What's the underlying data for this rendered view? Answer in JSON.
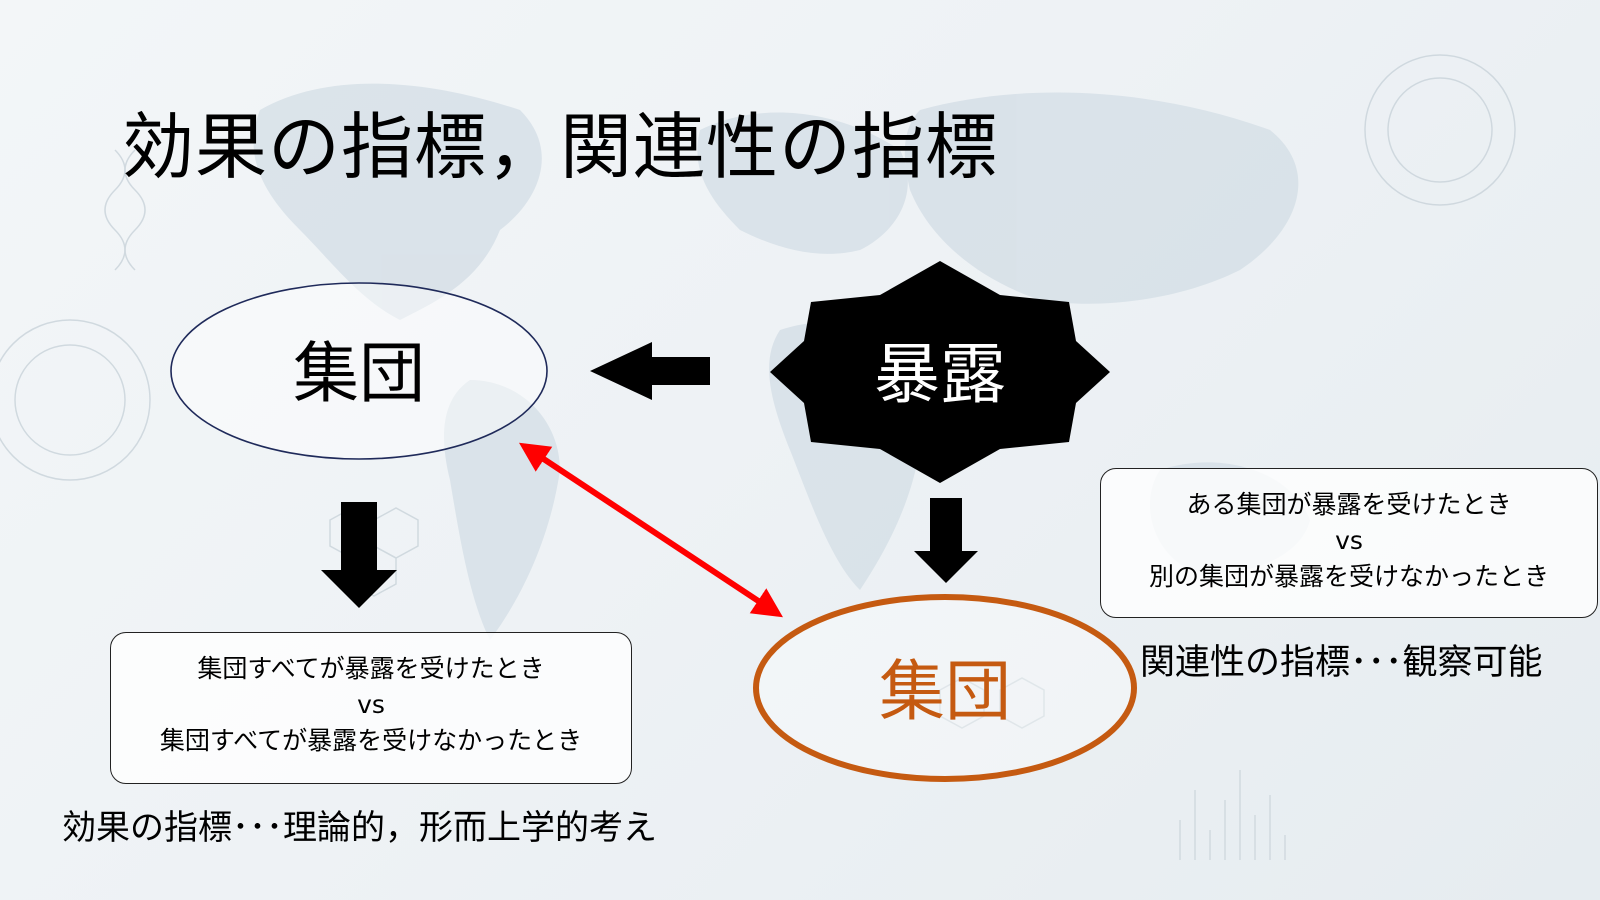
{
  "slide": {
    "title": "効果の指標，関連性の指標"
  },
  "diagram": {
    "node_group_top": "集団",
    "node_exposure": "暴露",
    "node_group_bottom": "集団",
    "box_effect": {
      "line1": "集団すべてが暴露を受けたとき",
      "line2": "vs",
      "line3": "集団すべてが暴露を受けなかったとき"
    },
    "caption_effect": "効果の指標･･･理論的，形而上学的考え",
    "box_association": {
      "line1": "ある集団が暴露を受けたとき",
      "line2": "vs",
      "line3": "別の集団が暴露を受けなかったとき"
    },
    "caption_association": "関連性の指標･･･観察可能"
  },
  "colors": {
    "bottom_group": "#c55a11",
    "double_arrow": "#ff0000",
    "ellipse_outline": "#1f2a5a",
    "arrow": "#000000"
  }
}
